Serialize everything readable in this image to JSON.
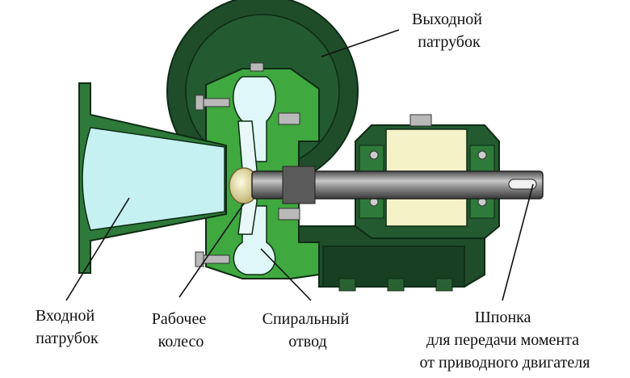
{
  "labels": {
    "outlet": [
      "Выходной",
      "патрубок"
    ],
    "inlet": [
      "Входной",
      "патрубок"
    ],
    "impeller": [
      "Рабочее",
      "колесо"
    ],
    "volute": [
      "Спиральный",
      "отвод"
    ],
    "key": [
      "Шпонка",
      "для передачи момента",
      "от приводного двигателя"
    ]
  },
  "colors": {
    "dark_green": "#1f4d2a",
    "mid_green": "#2e7a3a",
    "bright_green": "#3fa83f",
    "pale_cyan": "#dff7f8",
    "inlet_cyan": "#c6f1f3",
    "cream": "#f6f2c8",
    "shaft_gray": "#7a7a7a",
    "bolt_gray": "#b9b9b9"
  }
}
